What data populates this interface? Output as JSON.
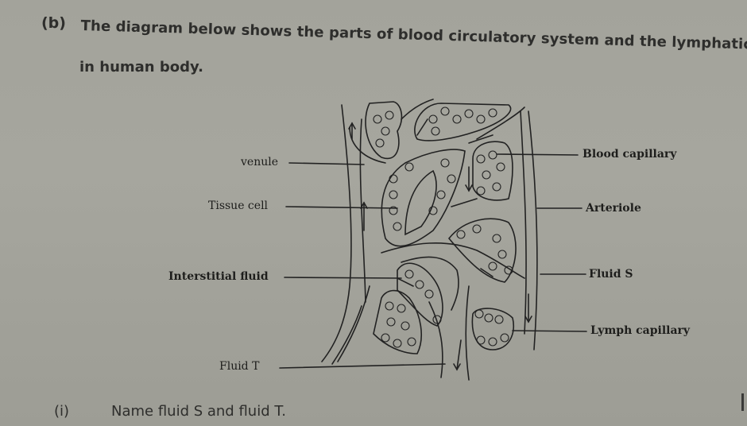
{
  "question": {
    "part_label": "(b)",
    "text_line1": "The diagram below shows the parts of blood circulatory system and the lymphatic system",
    "text_line2": "in human body."
  },
  "diagram": {
    "title": "Blood circulatory and lymphatic system at tissue level",
    "labels_left": [
      "venule",
      "Tissue cell",
      "Interstitial fluid",
      "Fluid T"
    ],
    "labels_right": [
      "Blood capillary",
      "Arteriole",
      "Fluid S",
      "Lymph capillary"
    ]
  },
  "sub_question": {
    "number": "(i)",
    "text": "Name fluid S and fluid T."
  }
}
